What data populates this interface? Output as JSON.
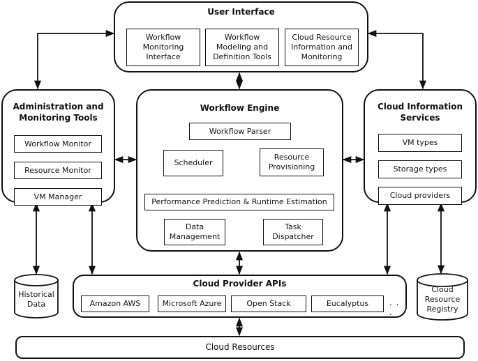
{
  "user_interface": {
    "title": "User Interface",
    "items": [
      "Workflow\nMonitoring\nInterface",
      "Workflow\nModeling and\nDefinition Tools",
      "Cloud Resource\nInformation and\nMonitoring"
    ]
  },
  "admin_tools": {
    "title": "Administration and\nMonitoring Tools",
    "items": [
      "Workflow Monitor",
      "Resource Monitor",
      "VM Manager"
    ]
  },
  "workflow_engine": {
    "title": "Workflow Engine",
    "parser": "Workflow Parser",
    "scheduler": "Scheduler",
    "provisioning": "Resource\nProvisioning",
    "prediction": "Performance Prediction & Runtime Estimation",
    "data_management": "Data\nManagement",
    "task_dispatcher": "Task\nDispatcher"
  },
  "cloud_info": {
    "title": "Cloud Information\nServices",
    "items": [
      "VM types",
      "Storage types",
      "Cloud providers"
    ]
  },
  "historical_data": "Historical\nData",
  "cloud_registry": "Cloud\nResource\nRegistry",
  "cloud_apis": {
    "title": "Cloud Provider APIs",
    "items": [
      "Amazon AWS",
      "Microsoft Azure",
      "Open Stack",
      "Eucalyptus"
    ],
    "more": ". . ."
  },
  "cloud_resources": "Cloud Resources"
}
